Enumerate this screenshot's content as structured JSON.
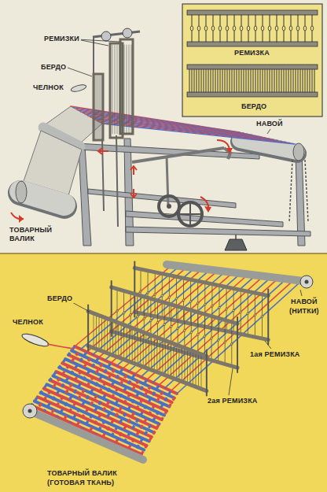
{
  "diagram": {
    "labels": [
      "РЕМИЗКИ",
      "БЕРДО",
      "ЧЕЛНОК",
      "РЕМИЗКА",
      "БЕРДО",
      "НАВОЙ",
      "ТОВАРНЫЙ ВАЛИК",
      "ЧЕЛНОК",
      "БЕРДО",
      "НАВОЙ",
      "(НИТКИ)",
      "1ая РЕМИЗКА",
      "2ая РЕМИЗКА",
      "ТОВАРНЫЙ ВАЛИК",
      "(ГОТОВАЯ ТКАНЬ)"
    ]
  }
}
